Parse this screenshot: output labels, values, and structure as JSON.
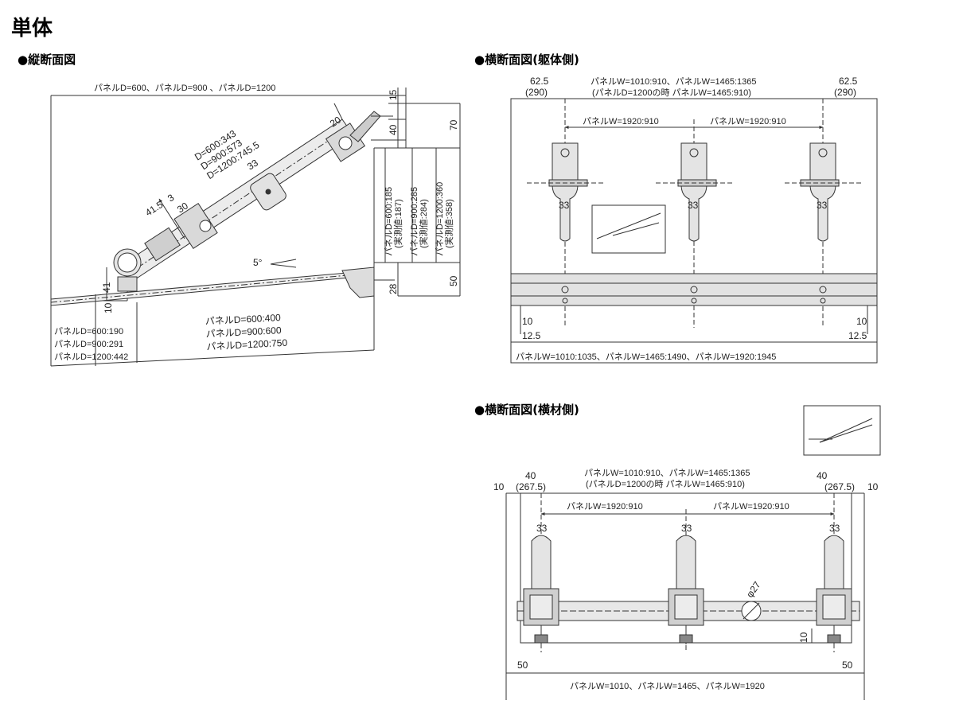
{
  "page_title": "単体",
  "views": {
    "longitudinal": {
      "title": "●縦断面図",
      "top_label": "パネルD=600、パネルD=900 、パネルD=1200",
      "arm_lengths": [
        "D=600:343",
        "D=900:573",
        "D=1200:745.5"
      ],
      "d33": "33",
      "d20": "20",
      "d41_5": "41.5",
      "d3": "3",
      "d30": "30",
      "d15": "15",
      "d40": "40",
      "d70": "70",
      "d50": "50",
      "d28": "28",
      "d41": "41",
      "d10": "10",
      "angle": "5°",
      "vertical_values": [
        "パネルD=600:185",
        "(実測値:187)",
        "パネルD=900:285",
        "(実測値:284)",
        "パネルD=1200:360",
        "(実測値:358)"
      ],
      "bottom_left": [
        "パネルD=600:190",
        "パネルD=900:291",
        "パネルD=1200:442"
      ],
      "bottom_center": [
        "パネルD=600:400",
        "パネルD=900:600",
        "パネルD=1200:750"
      ]
    },
    "wall_side": {
      "title": "●横断面図(躯体側)",
      "side_left": [
        "62.5",
        "(290)"
      ],
      "side_right": [
        "62.5",
        "(290)"
      ],
      "top_center": [
        "パネルW=1010:910、パネルW=1465:1365",
        "(パネルD=1200の時 パネルW=1465:910)"
      ],
      "pitch_label": "パネルW=1920:910",
      "d33": "33",
      "d10": "10",
      "d12_5": "12.5",
      "bottom": "パネルW=1010:1035、パネルW=1465:1490、パネルW=1920:1945"
    },
    "beam_side": {
      "title": "●横断面図(横材側)",
      "side_left": [
        "40",
        "(267.5)"
      ],
      "side_right": [
        "40",
        "(267.5)"
      ],
      "edge": "10",
      "top_center": [
        "パネルW=1010:910、パネルW=1465:1365",
        "(パネルD=1200の時 パネルW=1465:910)"
      ],
      "pitch_label": "パネルW=1920:910",
      "d33": "33",
      "phi": "φ27",
      "d10": "10",
      "d50": "50",
      "bottom": "パネルW=1010、パネルW=1465、パネルW=1920"
    }
  },
  "colors": {
    "line": "#333333",
    "fill": "#d9d9d9",
    "dark": "#555555"
  }
}
